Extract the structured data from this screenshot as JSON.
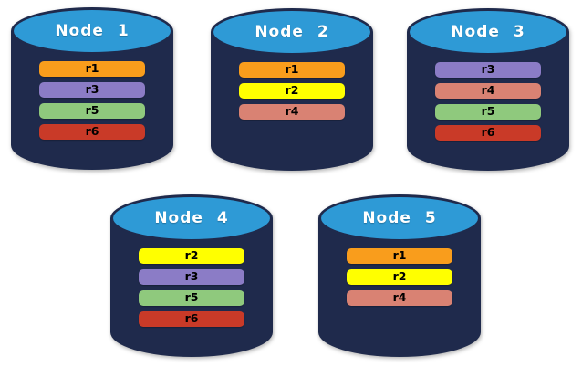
{
  "diagram": {
    "type": "database-replica-distribution",
    "colors": {
      "cylinder_body": "#1f2a4c",
      "cylinder_top": "#2e9ad6",
      "title_text": "#ffffff",
      "bar_text": "#000000",
      "replica_colors": {
        "r1": "#f99d1c",
        "r2": "#ffff00",
        "r3": "#8b7cc6",
        "r4": "#d98273",
        "r5": "#8fc97d",
        "r6": "#c93a28"
      }
    },
    "nodes": [
      {
        "label": "Node 1",
        "replicas": [
          "r1",
          "r3",
          "r5",
          "r6"
        ]
      },
      {
        "label": "Node 2",
        "replicas": [
          "r1",
          "r2",
          "r4"
        ]
      },
      {
        "label": "Node 3",
        "replicas": [
          "r3",
          "r4",
          "r5",
          "r6"
        ]
      },
      {
        "label": "Node 4",
        "replicas": [
          "r2",
          "r3",
          "r5",
          "r6"
        ]
      },
      {
        "label": "Node 5",
        "replicas": [
          "r1",
          "r2",
          "r4"
        ]
      }
    ]
  }
}
